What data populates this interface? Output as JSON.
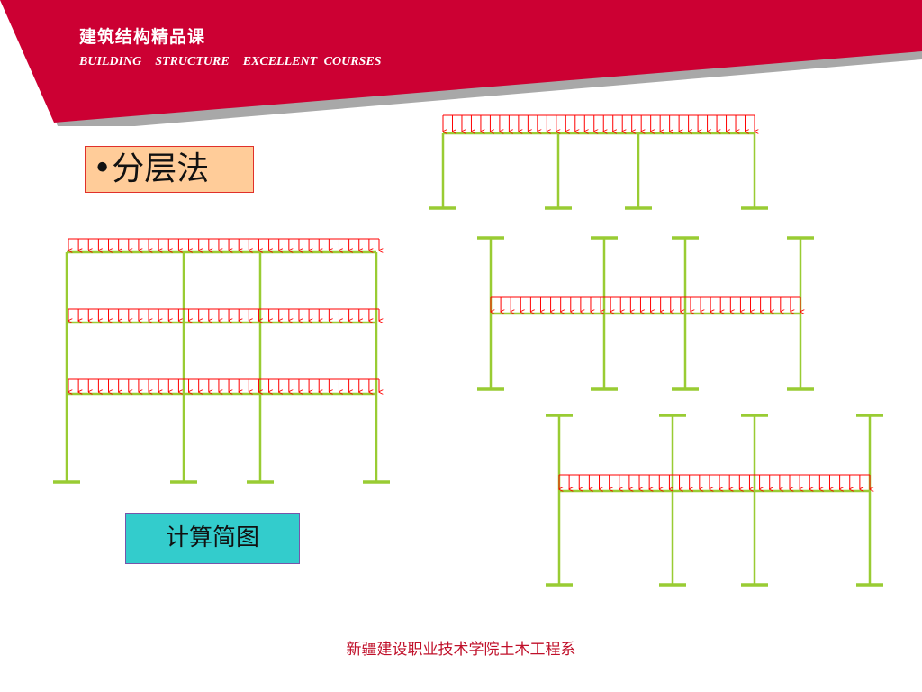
{
  "header": {
    "title": "建筑结构精品课",
    "subtitle": "BUILDING  STRUCTURE  EXCELLENT COURSES",
    "band_color": "#cc0033",
    "shadow_color": "#a8a8a8"
  },
  "labels": {
    "method": "•分层法",
    "diagram": "计算简图"
  },
  "footer": {
    "text": "新疆建设职业技术学院土木工程系"
  },
  "colors": {
    "member": "#99cc33",
    "load": "#ff0000",
    "method_box_fill": "#ffcc99",
    "diagram_box_fill": "#33cccc"
  }
}
